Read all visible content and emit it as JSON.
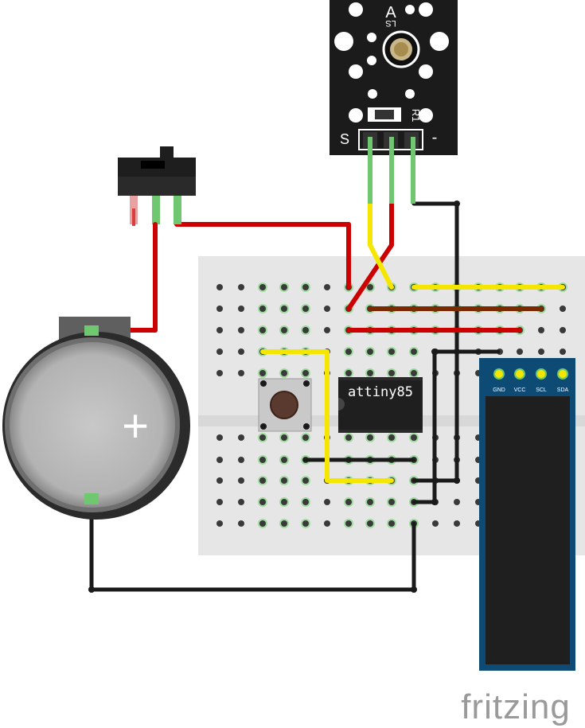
{
  "sensor_module": {
    "label_a": "A",
    "label_ls": "LS",
    "label_r1": "R1",
    "pin_s": "S",
    "pin_minus": "-"
  },
  "chip": {
    "label": "attiny85"
  },
  "display": {
    "pins": [
      "GND",
      "VCC",
      "SCL",
      "SDA"
    ]
  },
  "battery": {
    "symbol": "+"
  },
  "watermark": {
    "text": "fritzing"
  },
  "colors": {
    "wire_red": "#cc0000",
    "wire_yellow": "#f5e600",
    "wire_black": "#1a1a1a",
    "wire_brown": "#7a2a00",
    "pin_green": "#6fc86f",
    "breadboard": "#e8e8e8",
    "pcb_black": "#1b1b1b",
    "display_blue": "#0d4a74"
  }
}
